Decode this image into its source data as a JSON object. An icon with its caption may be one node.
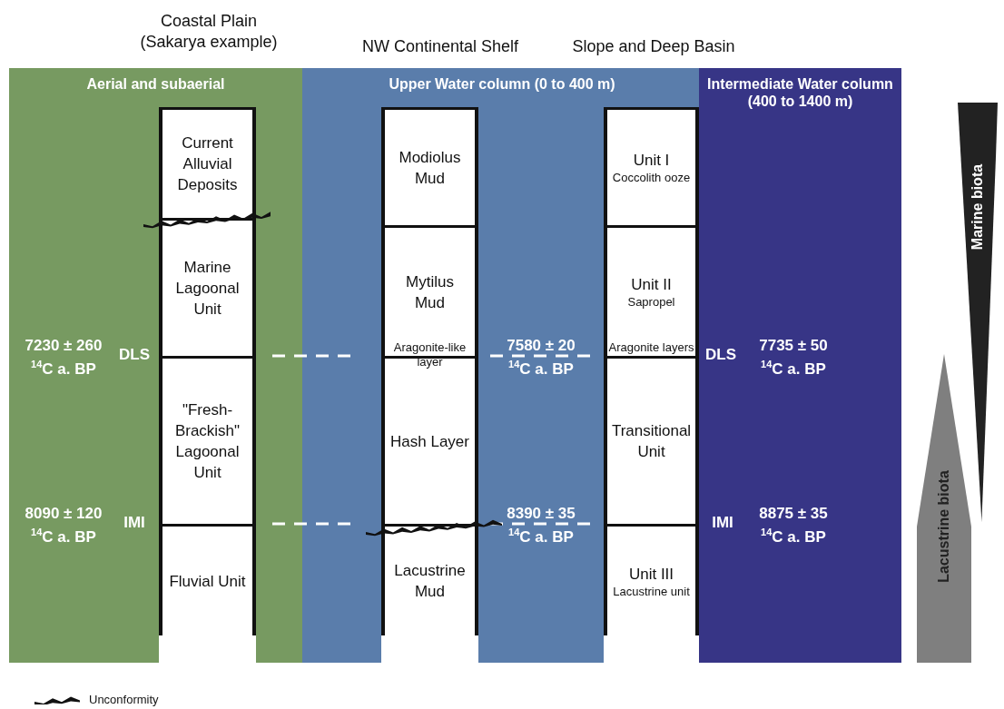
{
  "diagram": {
    "nodes": [
      {
        "text": [
          "Aerial and subaerial"
        ]
      },
      {
        "text": [
          "Upper Water column (0 to 400 m)"
        ]
      },
      {
        "text": [
          "Intermediate Water column (400 to 1400 m)"
        ]
      },
      {
        "text": [
          "Current Alluvial Deposits"
        ],
        "in": 0
      },
      {
        "text": [
          "Marine Lagoonal Unit"
        ],
        "in": 0
      },
      {
        "text": [
          "\"Fresh-Brackish\" Lagoonal Unit"
        ],
        "in": 0
      },
      {
        "text": [
          "Fluvial Unit"
        ],
        "in": 0
      },
      {
        "text": [
          "Modiolus Mud"
        ],
        "in": 1
      },
      {
        "text": [
          "Mytilus Mud"
        ],
        "in": 1
      },
      {
        "text": [
          "Hash Layer"
        ],
        "in": 1
      },
      {
        "text": [
          "Lacustrine Mud"
        ],
        "in": 1
      },
      {
        "text": [
          "Unit I",
          "Coccolith ooze"
        ],
        "in": 1
      },
      {
        "text": [
          "Unit II",
          "Sapropel"
        ],
        "in": 1
      },
      {
        "text": [
          "Transitional Unit"
        ],
        "in": 1
      },
      {
        "text": [
          "Unit III",
          "Lacustrine unit"
        ],
        "in": 1
      },
      {
        "text": [
          "Marine biota"
        ]
      },
      {
        "text": [
          "Lacustrine biota"
        ]
      },
      {
        "text": [],
        "shape": "squiggle",
        "in": 0
      },
      {
        "text": [],
        "shape": "squiggle",
        "in": 1
      }
    ],
    "labels": [
      "Coastal Plain (Sakarya example)",
      "NW Continental Shelf",
      "Slope and Deep Basin",
      "7230 ± 260 $^{14}$C a. BP",
      "DLS",
      "Aragonite-like layer",
      "7580 ± 20 $^{14}$C a. BP",
      "Aragonite layers",
      "DLS",
      "7735 ± 50 $^{14}$C a. BP",
      "8090 ± 120 $^{14}$C a. BP",
      "IMI",
      "8390 ± 35 $^{14}$C a. BP",
      "IMI",
      "8875 ± 35 $^{14}$C a. BP"
    ],
    "legend": [
      {
        "text": "Unconformity"
      }
    ]
  }
}
